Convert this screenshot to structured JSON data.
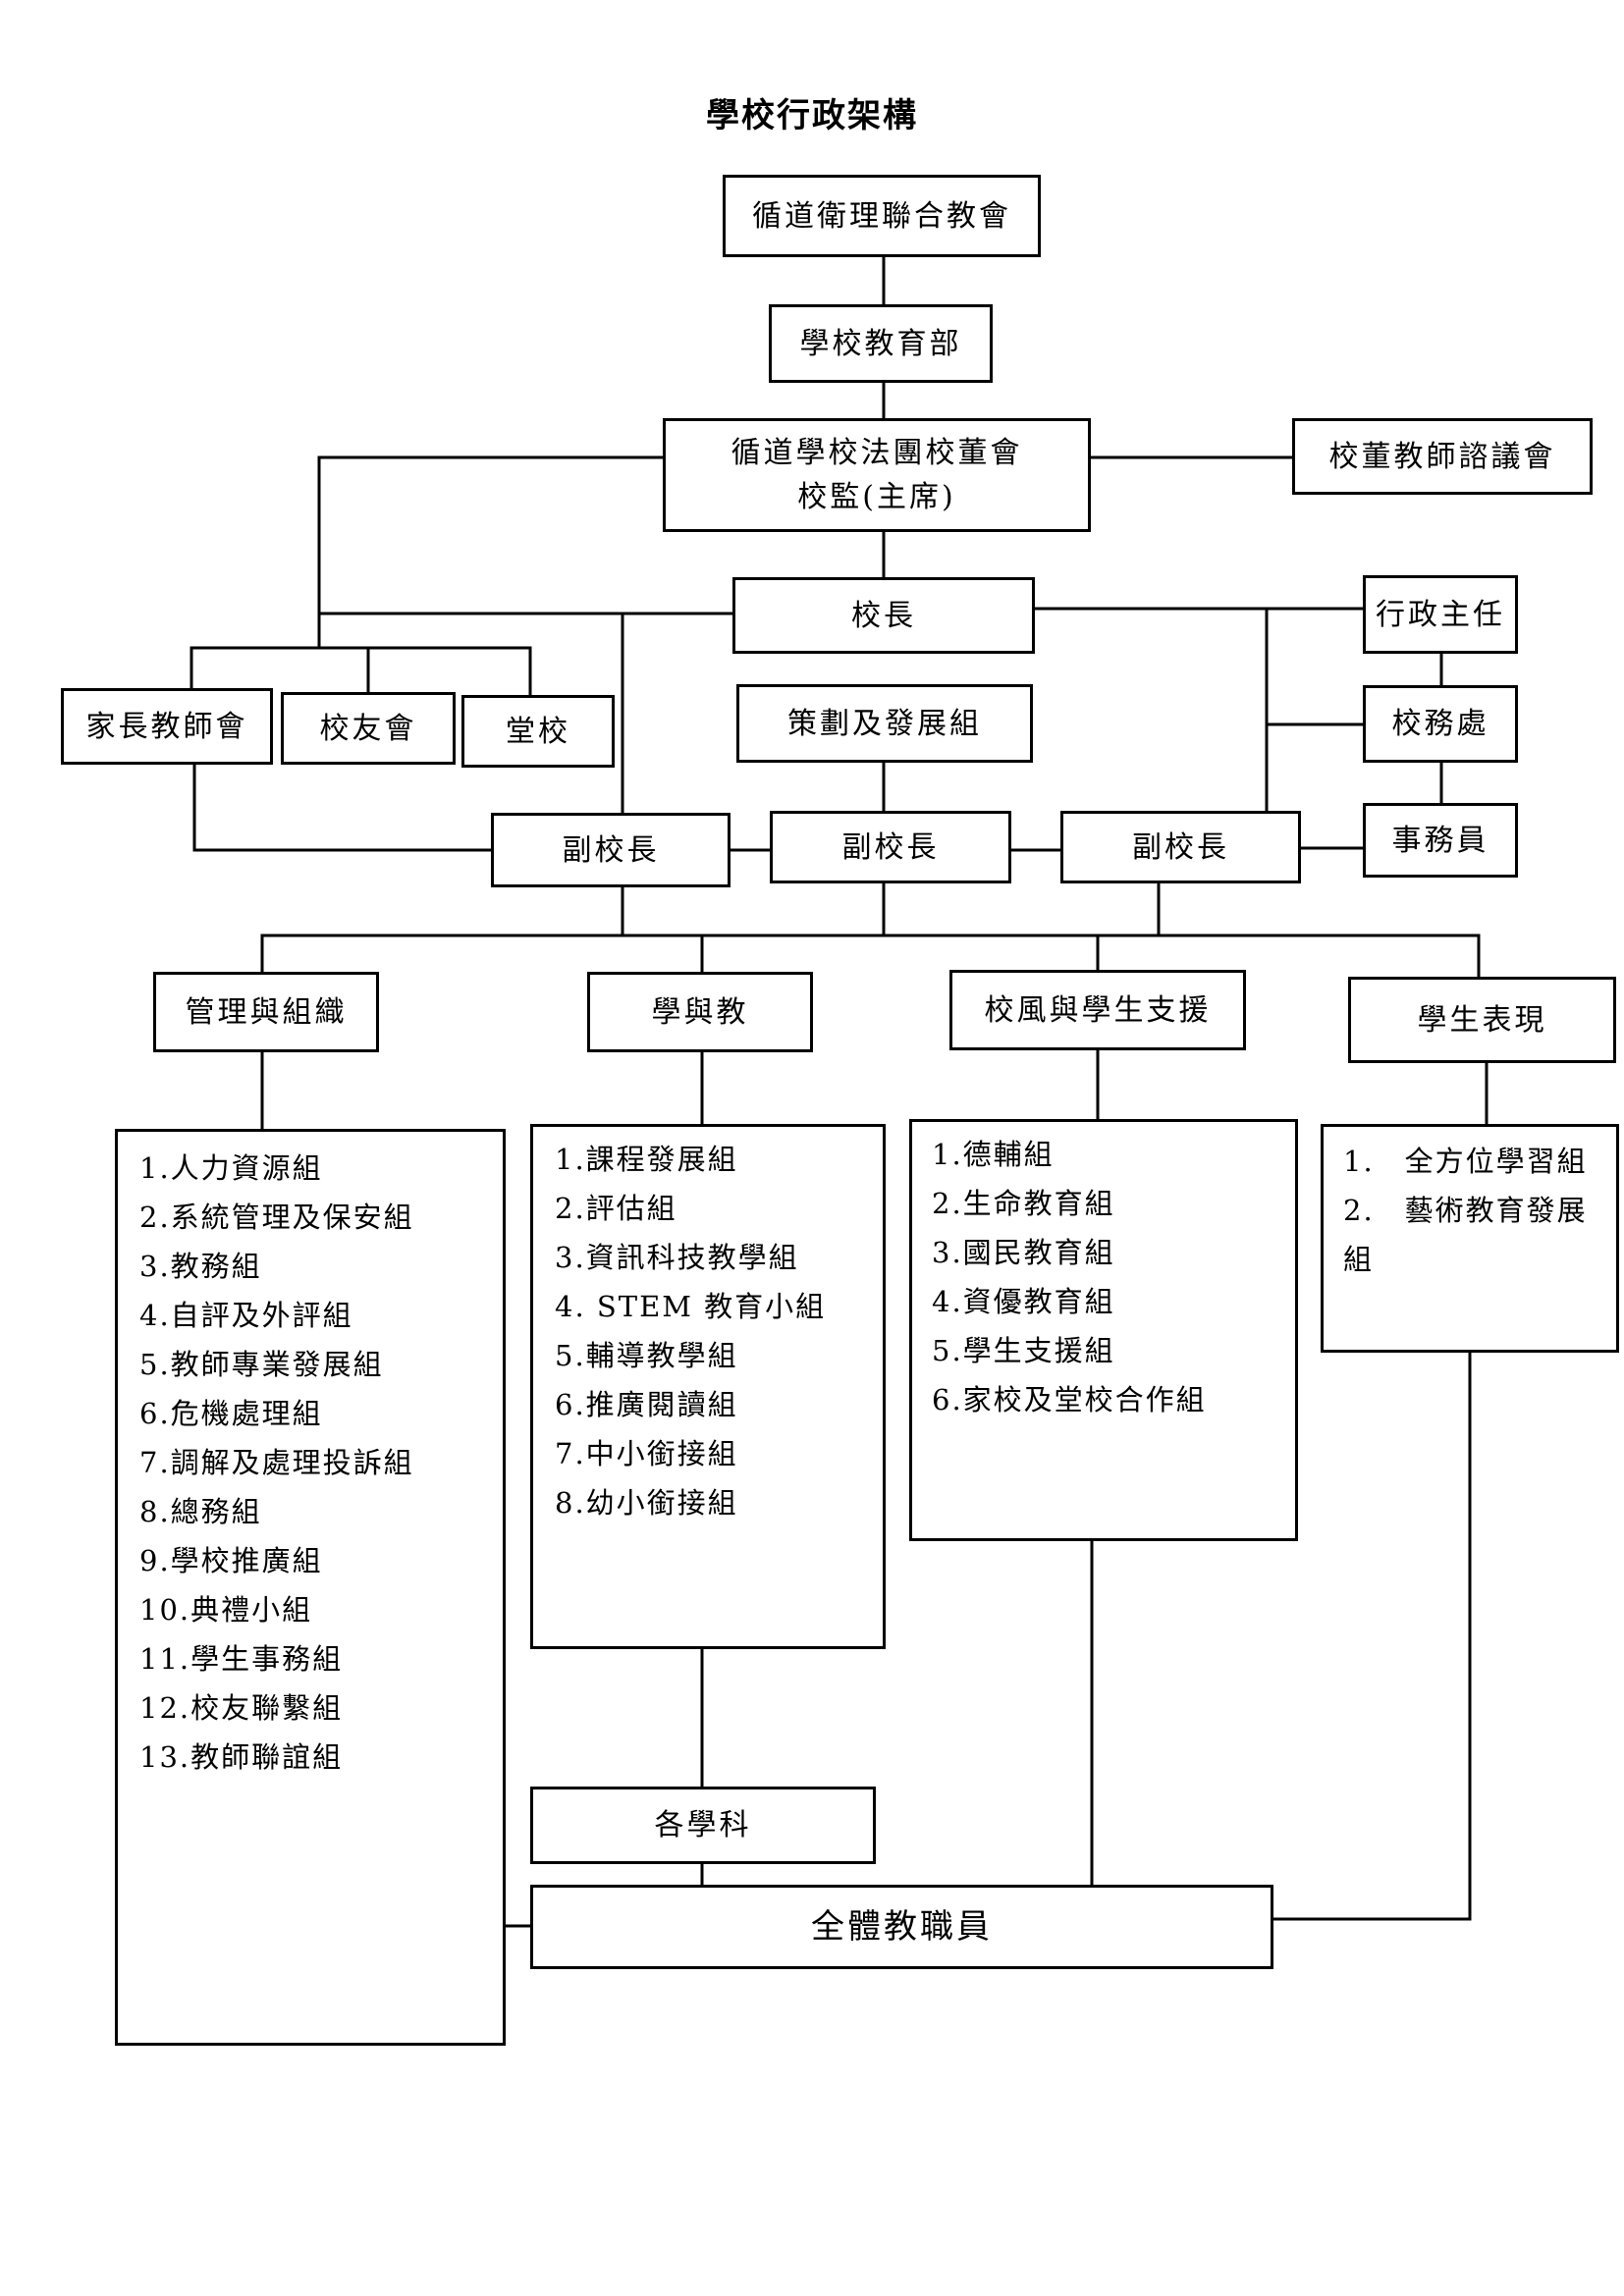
{
  "title": "學校行政架構",
  "nodes": {
    "sponsor": "循道衛理聯合教會",
    "edu_dept": "學校教育部",
    "imc_line1": "循道學校法團校董會",
    "imc_line2": "校監(主席)",
    "council": "校董教師諮議會",
    "principal": "校長",
    "admin_head": "行政主任",
    "pta": "家長教師會",
    "alumni": "校友會",
    "church": "堂校",
    "planning": "策劃及發展組",
    "general_office": "校務處",
    "clerk": "事務員",
    "vp_left": "副校長",
    "vp_center": "副校長",
    "vp_right": "副校長",
    "management": "管理與組織",
    "learning": "學與教",
    "ethos": "校風與學生支援",
    "performance": "學生表現",
    "subjects": "各學科",
    "all_staff": "全體教職員"
  },
  "lists": {
    "management": [
      "1.人力資源組",
      "2.系統管理及保安組",
      "3.教務組",
      "4.自評及外評組",
      "5.教師專業發展組",
      "6.危機處理組",
      "7.調解及處理投訴組",
      "8.總務組",
      "9.學校推廣組",
      "10.典禮小組",
      "11.學生事務組",
      "12.校友聯繫組",
      "13.教師聯誼組"
    ],
    "learning": [
      "1.課程發展組",
      "2.評估組",
      "3.資訊科技教學組",
      "4. STEM 教育小組",
      "5.輔導教學組",
      "6.推廣閱讀組",
      "7.中小銜接組",
      "8.幼小銜接組"
    ],
    "ethos": [
      "1.德輔組",
      "2.生命教育組",
      "3.國民教育組",
      "4.資優教育組",
      "5.學生支援組",
      "6.家校及堂校合作組"
    ],
    "performance": [
      "1.　全方位學習組",
      "2.　藝術教育發展組"
    ]
  }
}
